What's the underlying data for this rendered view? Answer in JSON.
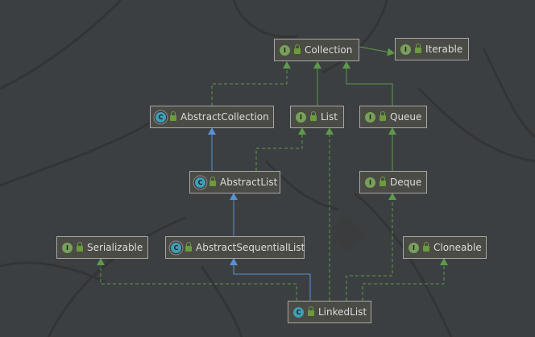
{
  "colors": {
    "background": "#3c3f41",
    "node_fill": "#4a4b45",
    "node_border": "#a6a6a6",
    "implements_edge": "#5d9a4a",
    "extends_edge": "#5a8fd4",
    "interface_badge": "#78a05a",
    "class_badge": "#3f9fb5"
  },
  "legend": {
    "interface_badge_letter": "I",
    "class_badge_letter": "C",
    "interface_icon": "interface-badge-icon",
    "class_icon": "class-badge-icon",
    "abstract_class_icon": "abstract-class-badge-icon",
    "visibility_icon": "public-lock-icon"
  },
  "nodes": [
    {
      "id": "collection",
      "label": "Collection",
      "kind": "interface"
    },
    {
      "id": "iterable",
      "label": "Iterable",
      "kind": "interface"
    },
    {
      "id": "abstract_collection",
      "label": "AbstractCollection",
      "kind": "abstract"
    },
    {
      "id": "list",
      "label": "List",
      "kind": "interface"
    },
    {
      "id": "queue",
      "label": "Queue",
      "kind": "interface"
    },
    {
      "id": "abstract_list",
      "label": "AbstractList",
      "kind": "abstract"
    },
    {
      "id": "deque",
      "label": "Deque",
      "kind": "interface"
    },
    {
      "id": "serializable",
      "label": "Serializable",
      "kind": "interface"
    },
    {
      "id": "abstract_sequential_list",
      "label": "AbstractSequentialList",
      "kind": "abstract"
    },
    {
      "id": "cloneable",
      "label": "Cloneable",
      "kind": "interface"
    },
    {
      "id": "linked_list",
      "label": "LinkedList",
      "kind": "class"
    }
  ],
  "edges": [
    {
      "from": "collection",
      "to": "iterable",
      "type": "extends-interface"
    },
    {
      "from": "abstract_collection",
      "to": "collection",
      "type": "implements"
    },
    {
      "from": "list",
      "to": "collection",
      "type": "extends-interface"
    },
    {
      "from": "queue",
      "to": "collection",
      "type": "extends-interface"
    },
    {
      "from": "abstract_list",
      "to": "abstract_collection",
      "type": "extends-class"
    },
    {
      "from": "abstract_list",
      "to": "list",
      "type": "implements"
    },
    {
      "from": "deque",
      "to": "queue",
      "type": "extends-interface"
    },
    {
      "from": "abstract_sequential_list",
      "to": "abstract_list",
      "type": "extends-class"
    },
    {
      "from": "linked_list",
      "to": "abstract_sequential_list",
      "type": "extends-class"
    },
    {
      "from": "linked_list",
      "to": "list",
      "type": "implements"
    },
    {
      "from": "linked_list",
      "to": "deque",
      "type": "implements"
    },
    {
      "from": "linked_list",
      "to": "serializable",
      "type": "implements"
    },
    {
      "from": "linked_list",
      "to": "cloneable",
      "type": "implements"
    }
  ]
}
